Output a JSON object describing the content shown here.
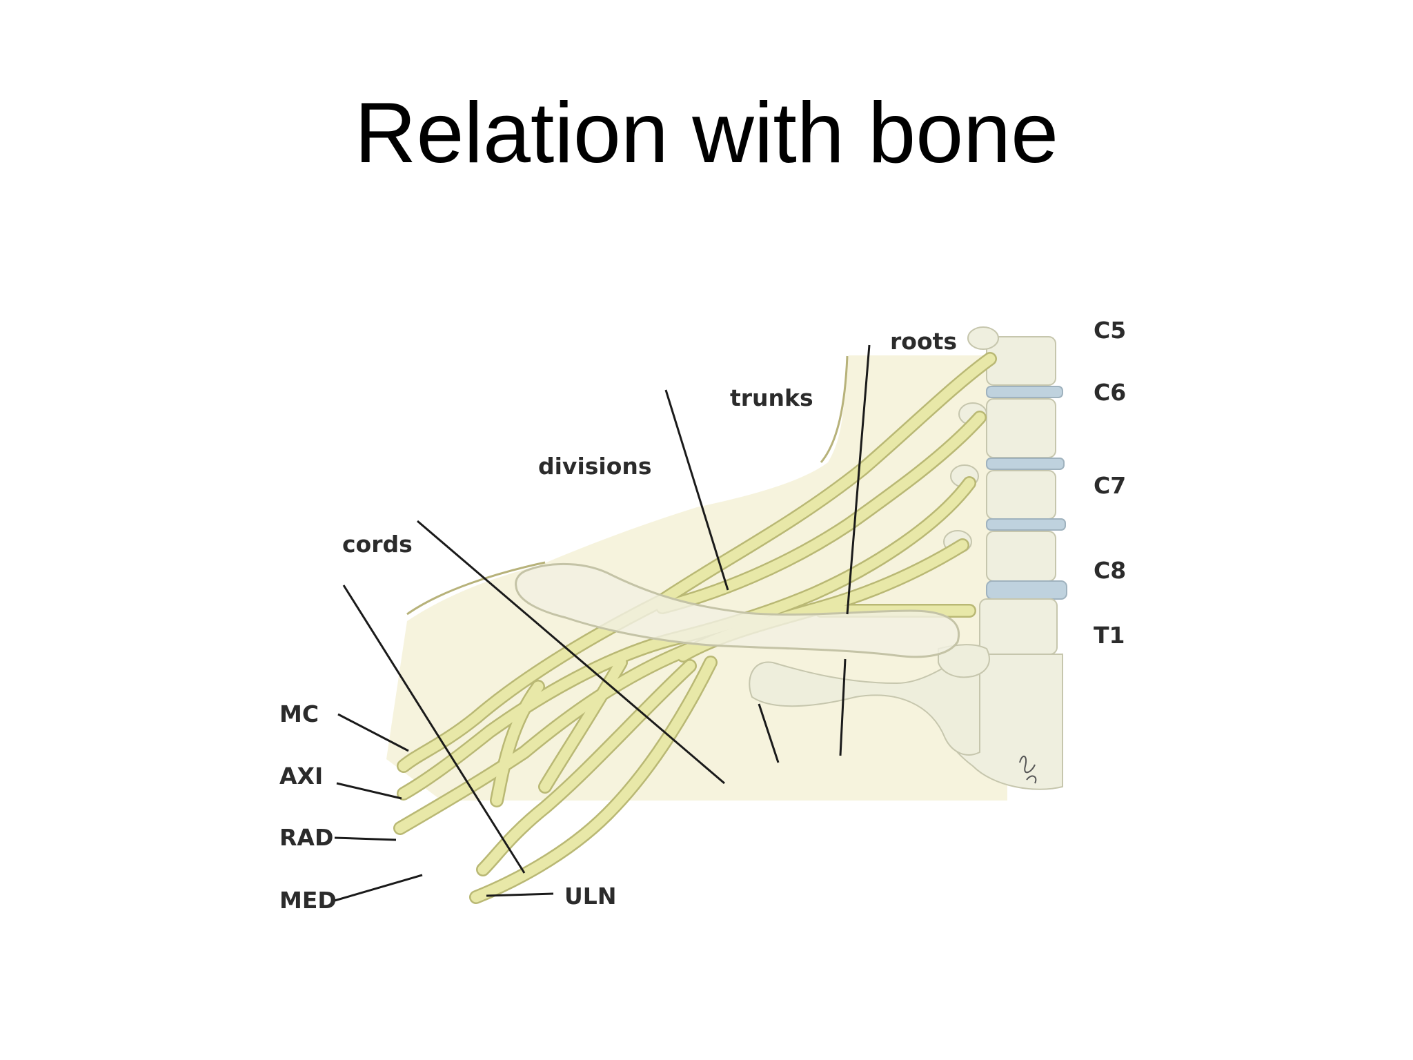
{
  "slide": {
    "title": "Relation with bone"
  },
  "diagram": {
    "region_labels": {
      "roots": "roots",
      "trunks": "trunks",
      "divisions": "divisions",
      "cords": "cords"
    },
    "spinal_levels": [
      "C5",
      "C6",
      "C7",
      "C8",
      "T1"
    ],
    "nerves": {
      "musculocutaneous": "MC",
      "axillary": "AXI",
      "radial": "RAD",
      "median": "MED",
      "ulnar": "ULN"
    },
    "colors": {
      "nerve": "#e6e6a2",
      "nerve_outline": "#b9b874",
      "bone": "#eeeedd",
      "bone_outline": "#c8c8ae",
      "disc": "#bcd0dc",
      "skin": "#f1edcc",
      "leader_line": "#1a1a1a"
    }
  }
}
